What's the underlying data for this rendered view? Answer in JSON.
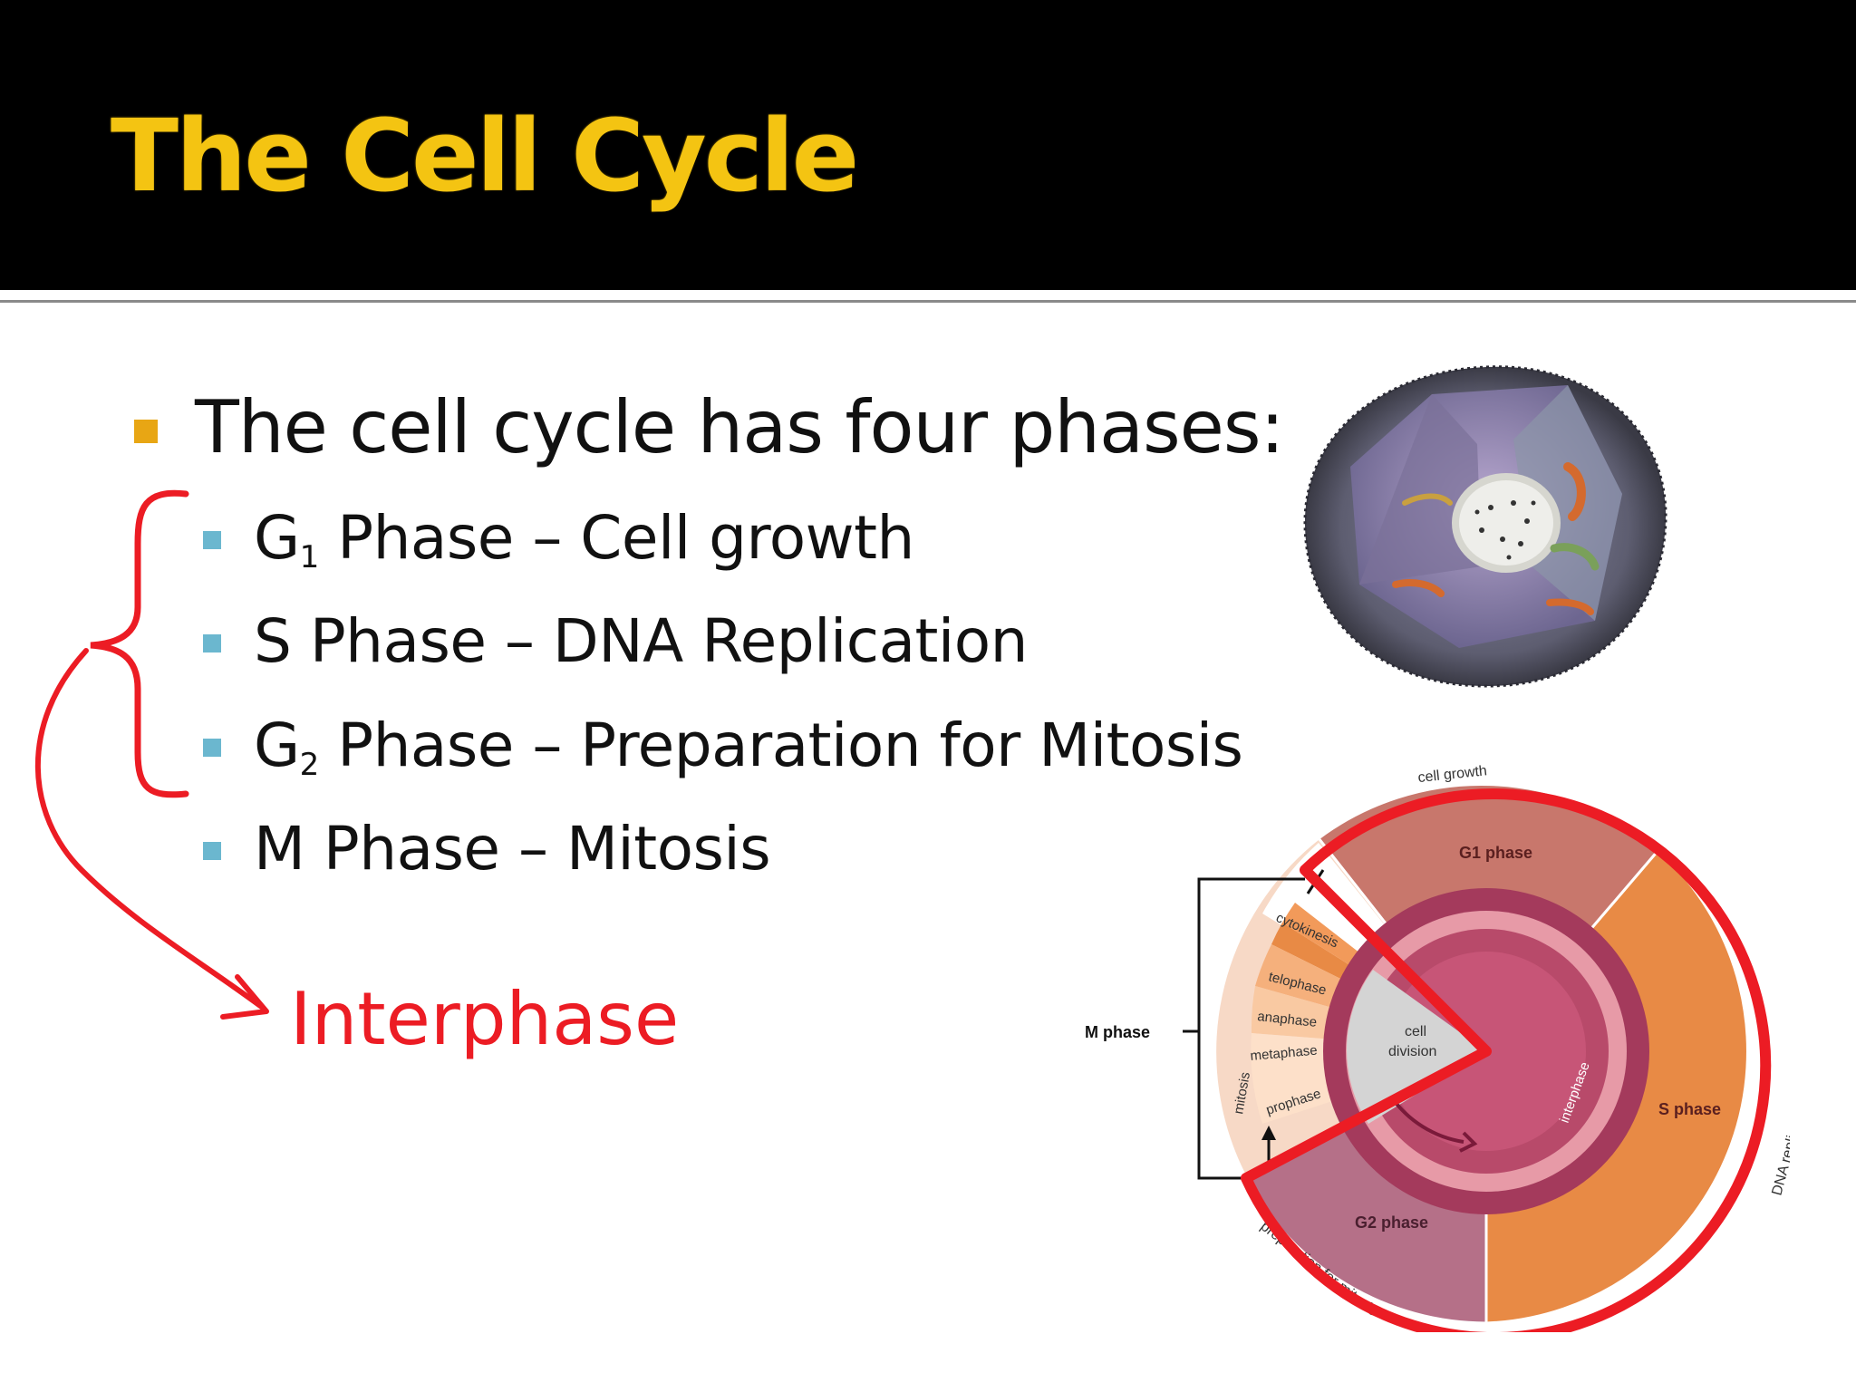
{
  "slide": {
    "title": "The Cell Cycle",
    "main_bullet": "The cell cycle has four phases:",
    "phases": [
      {
        "letter": "G",
        "sub": "1",
        "rest": " Phase – Cell growth"
      },
      {
        "letter": "S",
        "sub": "",
        "rest": " Phase – DNA Replication"
      },
      {
        "letter": "G",
        "sub": "2",
        "rest": " Phase – Preparation for Mitosis"
      },
      {
        "letter": "M",
        "sub": "",
        "rest": " Phase – Mitosis"
      }
    ],
    "annotation": "Interphase"
  },
  "diagram": {
    "g1_phase": "G1 phase",
    "s_phase": "S phase",
    "g2_phase": "G2 phase",
    "m_phase": "M phase",
    "cell_growth": "cell growth",
    "dna_replication": "DNA replication",
    "preparation": "preparation for mitosis",
    "cytokinesis": "cytokinesis",
    "telophase": "telophase",
    "anaphase": "anaphase",
    "metaphase": "metaphase",
    "prophase": "prophase",
    "mitosis": "mitosis",
    "interphase": "interphase",
    "cell": "cell",
    "division": "division"
  },
  "colors": {
    "header_bg": "#000000",
    "title": "#f4c412",
    "level1_bullet": "#e8a614",
    "level2_bullet": "#6bb7cf",
    "annotation": "#ec1c24",
    "g1": "#c8776c",
    "s": "#e88a45",
    "g2": "#b57088"
  },
  "icons": [
    "cell-illustration",
    "cell-cycle-diagram",
    "curly-brace-annotation",
    "curved-arrow-annotation"
  ]
}
